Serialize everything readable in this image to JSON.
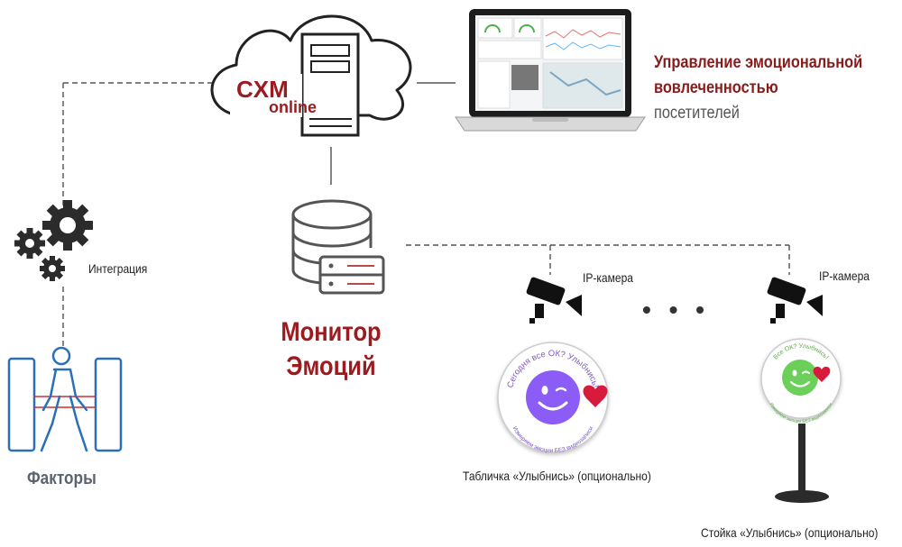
{
  "cloud": {
    "logo_main": "CXM",
    "logo_sub": "online"
  },
  "header": {
    "title_line1": "Управление эмоциональной",
    "title_line2_bold": "вовлеченностью",
    "title_line2_rest": "посетителей"
  },
  "monitor": {
    "line1": "Монитор",
    "line2": "Эмоций"
  },
  "integration": {
    "label": "Интеграция"
  },
  "factors": {
    "label": "Факторы"
  },
  "cameras": [
    {
      "label": "IP-камера"
    },
    {
      "label": "IP-камера"
    }
  ],
  "ellipsis": "• • •",
  "sign": {
    "top_text": "Сегодня все ОК?  Улыбнись!",
    "bottom_text": "Измеряем эмоции БЕЗ видеозаписи",
    "caption": "Табличка «Улыбнись» (опционально)"
  },
  "stand": {
    "top_text": "Все ОК? Улыбнись!",
    "bottom_text": "Измеряем эмоции БЕЗ видеозаписи",
    "caption": "Стойка «Улыбнись» (опционально)"
  },
  "colors": {
    "accent_red": "#9b1b1f",
    "dark_red": "#8b1a1a",
    "purple": "#8b5cf6",
    "green": "#6ccf5a",
    "factors_grey": "#5a6470",
    "icon_blue": "#2a6fb8"
  }
}
